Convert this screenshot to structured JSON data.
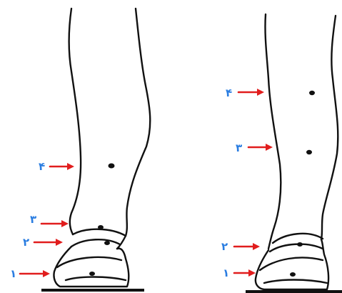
{
  "colors": {
    "arrow": "#e11d1d",
    "label": "#2a7de1",
    "outline": "#111111"
  },
  "left_figure": {
    "labels": {
      "one": "١",
      "two": "٢",
      "three": "٣",
      "four": "۴"
    }
  },
  "right_figure": {
    "labels": {
      "one": "١",
      "two": "٢",
      "three": "٣",
      "four": "۴"
    }
  }
}
